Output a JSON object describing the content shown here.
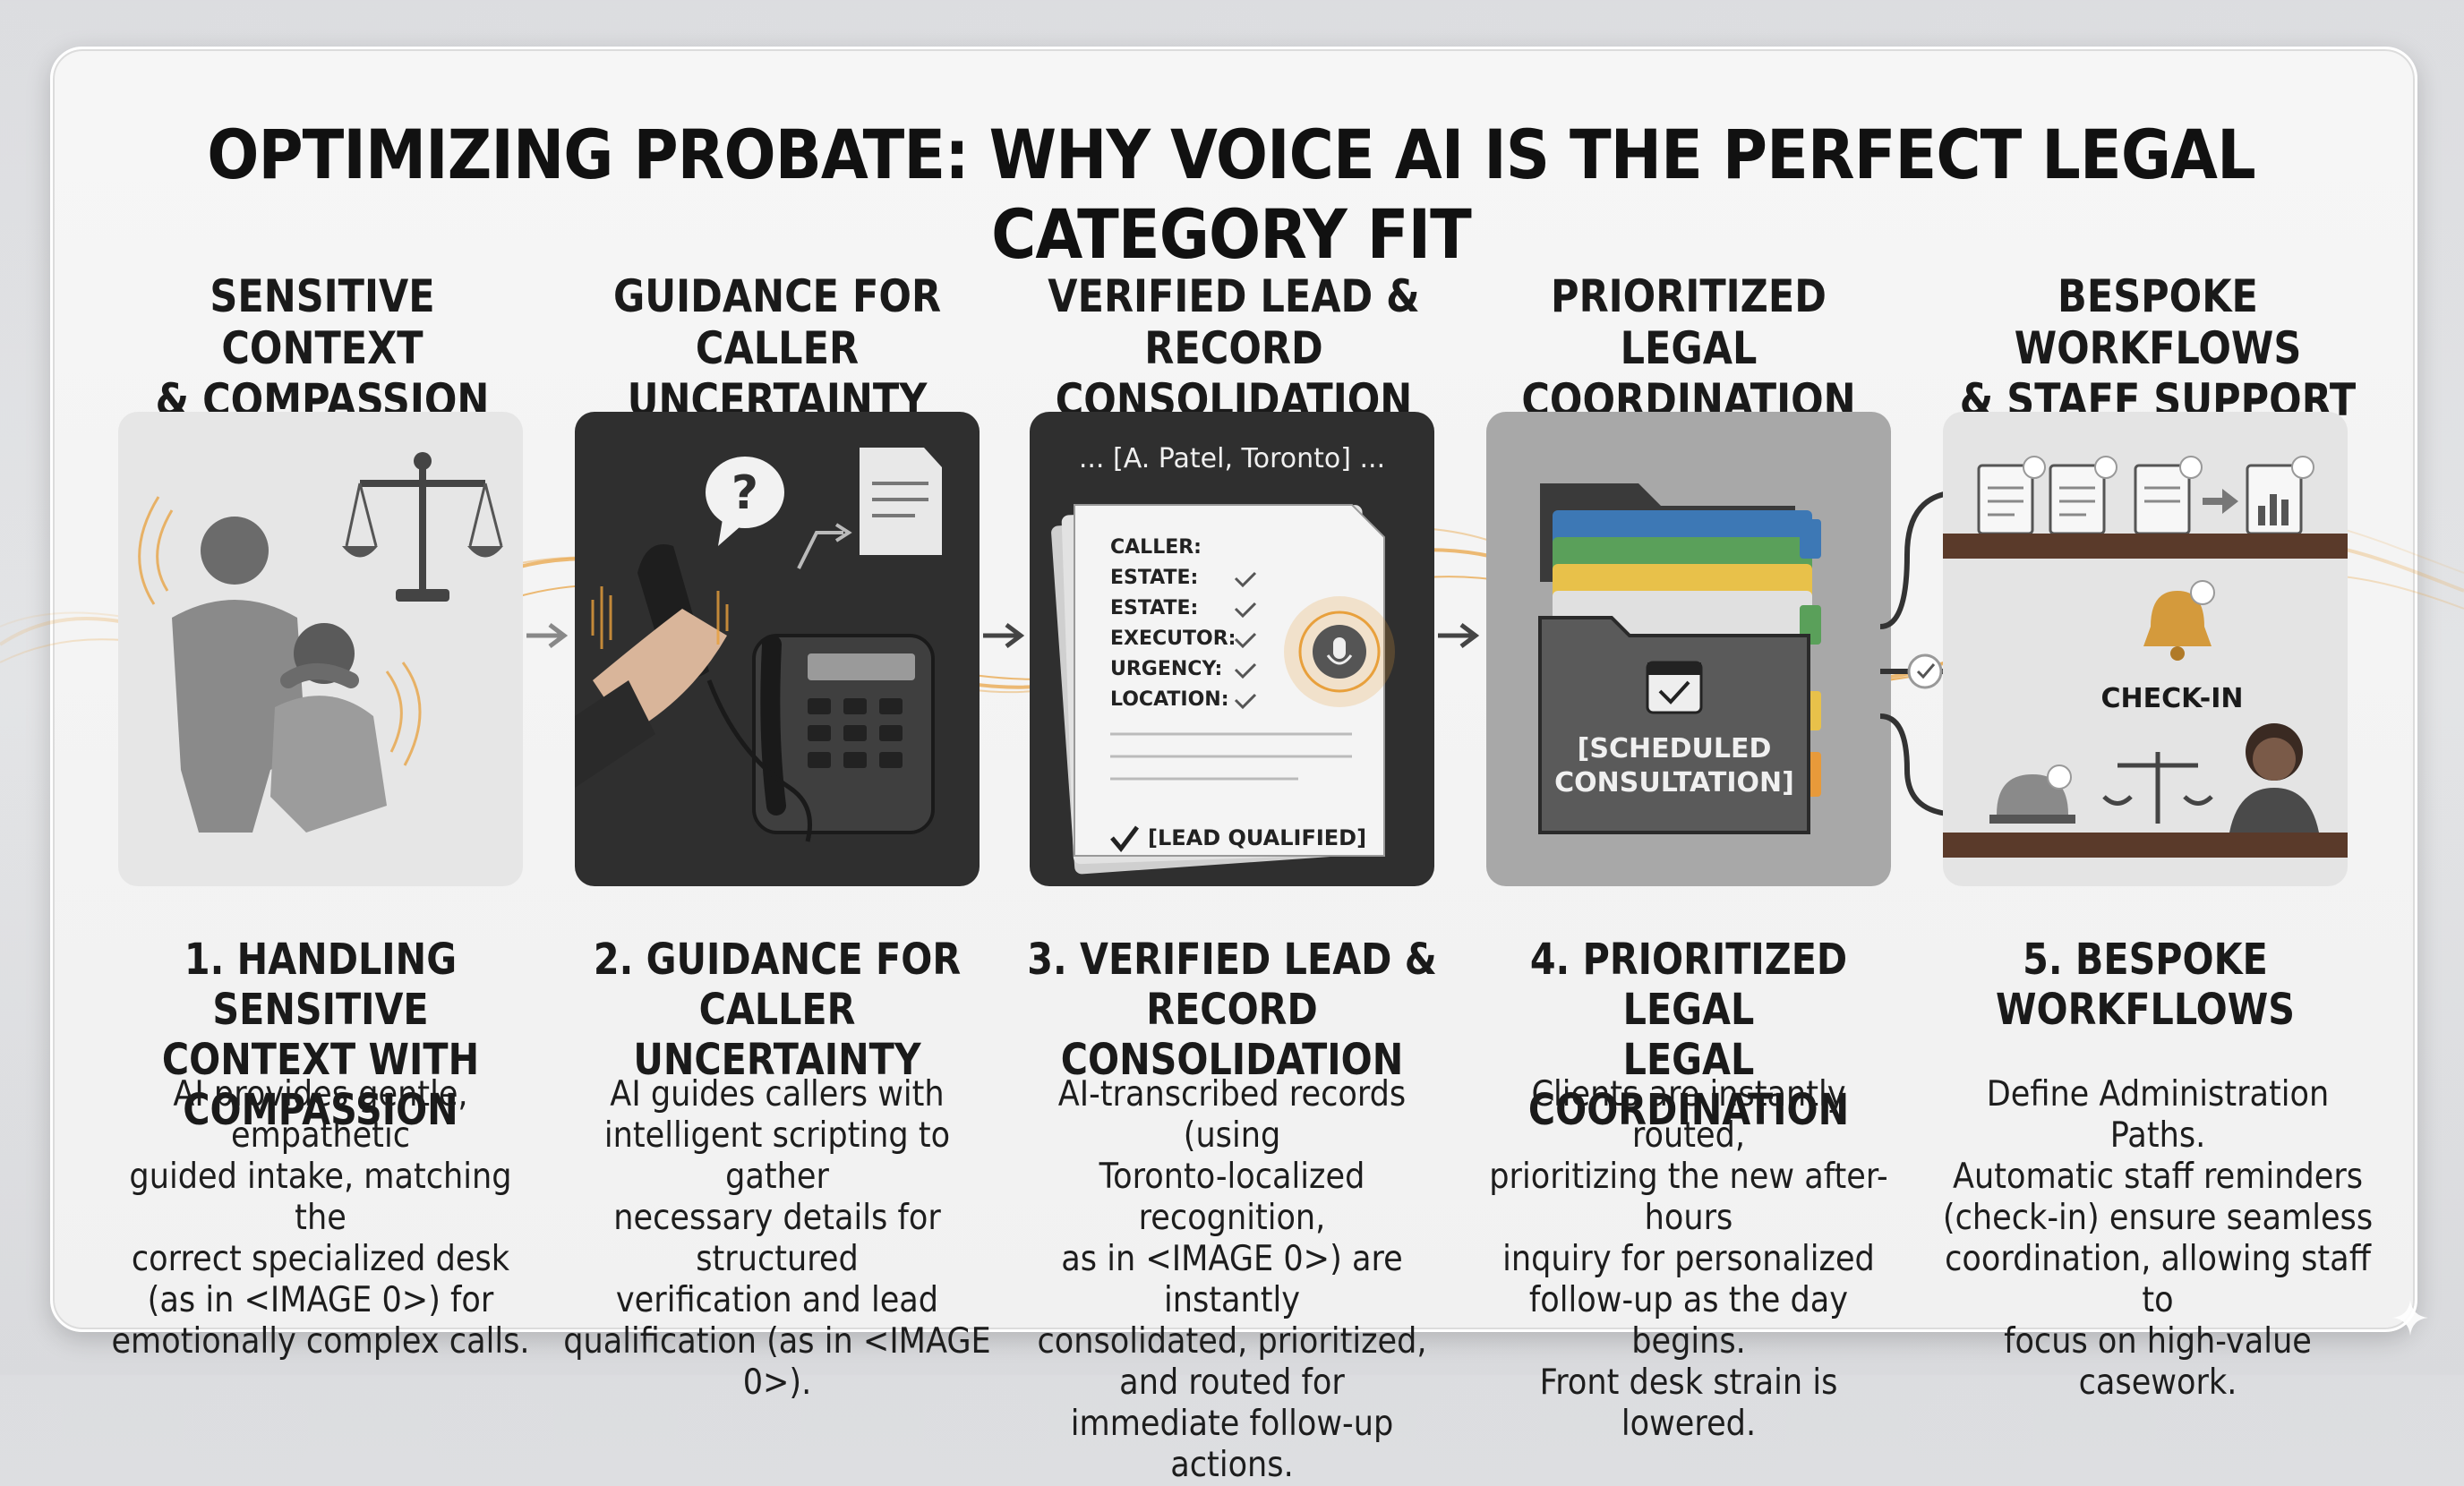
{
  "title": "OPTIMIZING PROBATE: WHY VOICE AI IS THE PERFECT LEGAL CATEGORY FIT",
  "columns": [
    {
      "heading": "SENSITIVE CONTEXT\n& COMPASSION",
      "title": "1. HANDLING SENSITIVE\nCONTEXT WITH COMPASSION",
      "description": "AI provides gentle, empathetic\nguided intake, matching the\ncorrect specialized desk\n(as in <IMAGE 0>) for\nemotionally complex calls."
    },
    {
      "heading": "GUIDANCE FOR\nCALLER UNCERTAINTY",
      "title": "2. GUIDANCE FOR\nCALLER UNCERTAINTY",
      "description": "AI guides callers with\nintelligent scripting to gather\nnecessary details for structured\nverification and lead\nqualification (as in <IMAGE 0>)."
    },
    {
      "heading": "VERIFIED LEAD &\nRECORD CONSOLIDATION",
      "title": "3. VERIFIED LEAD &\nRECORD CONSOLIDATION",
      "description": "AI-transcribed records (using\nToronto-localized recognition,\nas in <IMAGE 0>) are instantly\nconsolidated, prioritized, and routed for\nimmediate follow-up actions."
    },
    {
      "heading": "PRIORITIZED LEGAL\nCOORDINATION",
      "title": "4. PRIORITIZED LEGAL\nLEGAL COORDINATION",
      "description": "Clients are instantly routed,\nprioritizing the new after-hours\ninquiry for personalized\nfollow-up as the day begins.\nFront desk strain is lowered."
    },
    {
      "heading": "BESPOKE WORKFLOWS\n& STAFF SUPPORT",
      "title": "5. BESPOKE\nWORKFLLOWS",
      "description": "Define Administration Paths.\nAutomatic staff reminders\n(check-in) ensure seamless\ncoordination, allowing staff to\nfocus on high-value casework."
    }
  ],
  "panel3": {
    "header": "... [A. Patel, Toronto] ...",
    "fields": [
      "CALLER:",
      "ESTATE:",
      "ESTATE:",
      "EXECUTOR:",
      "URGENCY:",
      "LOCATION:"
    ],
    "badge": "[LEAD QUALIFIED]"
  },
  "panel4": {
    "label": "[SCHEDULED\nCONSULTATION]"
  },
  "panel5": {
    "label": "CHECK-IN"
  },
  "colors": {
    "accent": "#e8a03c",
    "dark_panel": "#2f2f2f",
    "gray_panel": "#a8a8a8",
    "light_panel": "#e4e4e4",
    "shelf": "#5a3a2a"
  }
}
